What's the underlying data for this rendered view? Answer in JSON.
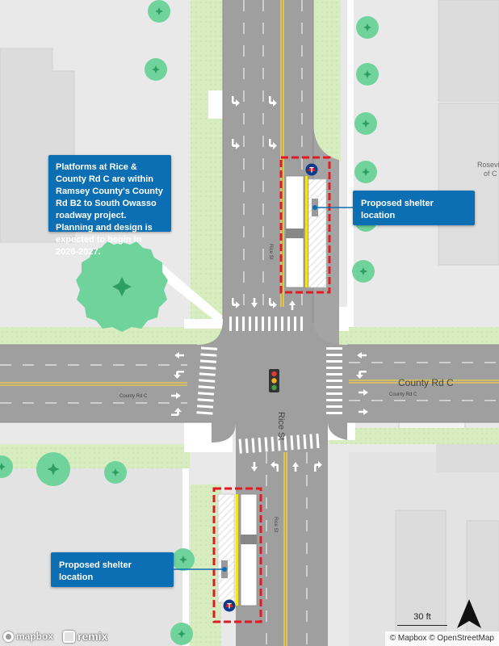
{
  "callouts": {
    "note": "Platforms at Rice & County Rd C are within Ramsey County's County Rd B2 to South Owasso roadway project. Planning and design is expected to begin in 2026-2027.",
    "north_shelter": "Proposed shelter location",
    "south_shelter": "Proposed shelter location"
  },
  "street_labels": {
    "county_rd_c_major": "County Rd C",
    "county_rd_c_minor_west": "County Rd C",
    "county_rd_c_minor_east": "County Rd C",
    "rice_st_major": "Rice St",
    "rice_st_minor_north": "Rice St",
    "rice_st_minor_south": "Rice St",
    "poi_partial_1": "Rosevi",
    "poi_partial_2": "of C"
  },
  "scale": {
    "label": "30 ft"
  },
  "attribution": "© Mapbox © OpenStreetMap",
  "logos": {
    "mapbox": "mapbox",
    "remix": "remix"
  },
  "colors": {
    "background": "#e9e9e9",
    "building": "#dcdcdc",
    "park": "#d7edc0",
    "road": "#9f9f9f",
    "road_edge": "#8c8c8c",
    "centerline": "#f3cf3f",
    "crosswalk": "#ffffff",
    "callout": "#0c6fb3",
    "platform_outline": "#e11b22",
    "platform_stripe": "#f4e21a",
    "tree": "#5cc68d",
    "metro_red": "#e11b22",
    "metro_blue": "#0e3a8a"
  },
  "icons": [
    "north-arrow-icon",
    "traffic-signal-icon",
    "transit-t-icon",
    "mapbox-logo-icon",
    "remix-logo-icon",
    "tree-icon",
    "lane-arrow-icon"
  ]
}
